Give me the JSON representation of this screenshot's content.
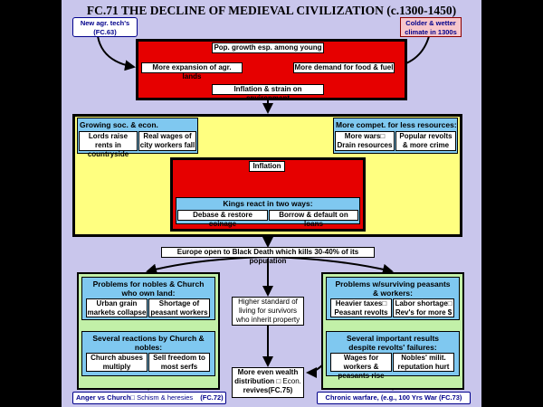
{
  "title": "FC.71 THE DECLINE OF MEDIEVAL CIVILIZATION (c.1300-1450)",
  "top": {
    "new_agr": "New agr. tech's (FC.63)",
    "colder": "Colder & wetter climate in 1300s",
    "pop_growth": "Pop. growth esp. among young",
    "more_expansion": "More expansion of agr. lands",
    "more_demand": "More demand for food & fuel",
    "inflation_strain": "Inflation & strain on environment"
  },
  "middle": {
    "growing_header": "Growing soc. & econ. inequities:",
    "lords_raise": "Lords raise rents in countryside",
    "real_wages": "Real wages of city workers fall",
    "compet_header": "More compet. for less resources:",
    "more_wars": "More wars□ Drain resources",
    "popular_revolts": "Popular revolts & more crime",
    "inflation": "Inflation",
    "kings_header": "Kings react in two ways:",
    "debase": "Debase & restore coinage",
    "borrow": "Borrow & default on loans"
  },
  "black_death": "Europe open to Black Death which kills 30-40% of its population",
  "left": {
    "problems_header": "Problems for nobles & Church who own land:",
    "urban_grain": "Urban grain markets collapse",
    "shortage": "Shortage of peasant workers",
    "reactions_header": "Several reactions by Church & nobles:",
    "church_abuses": "Church abuses multiply",
    "sell_freedom": "Sell freedom to most serfs",
    "footer_a": "Anger vs Church□",
    "footer_b": "Schism & heresies",
    "footer_c": "(FC.72)"
  },
  "center": {
    "higher_standard": "Higher standard of living for survivors who inherit property",
    "more_wealth_1": "More even wealth",
    "more_wealth_2a": "distribution",
    "more_wealth_2b": "□ Econ.",
    "more_wealth_3": "revives(FC.75)"
  },
  "right": {
    "problems_header": "Problems w/surviving peasants & workers:",
    "heavier_taxes": "Heavier taxes□ Peasant revolts",
    "labor_shortage": "Labor shortage□ Rev's for more $",
    "results_header": "Several important results despite revolts' failures:",
    "wages": "Wages for workers & peasants rise",
    "nobles_milit": "Nobles' milit. reputation hurt",
    "footer": "Chronic warfare, (e.g., 100 Yrs War (FC.73)"
  }
}
